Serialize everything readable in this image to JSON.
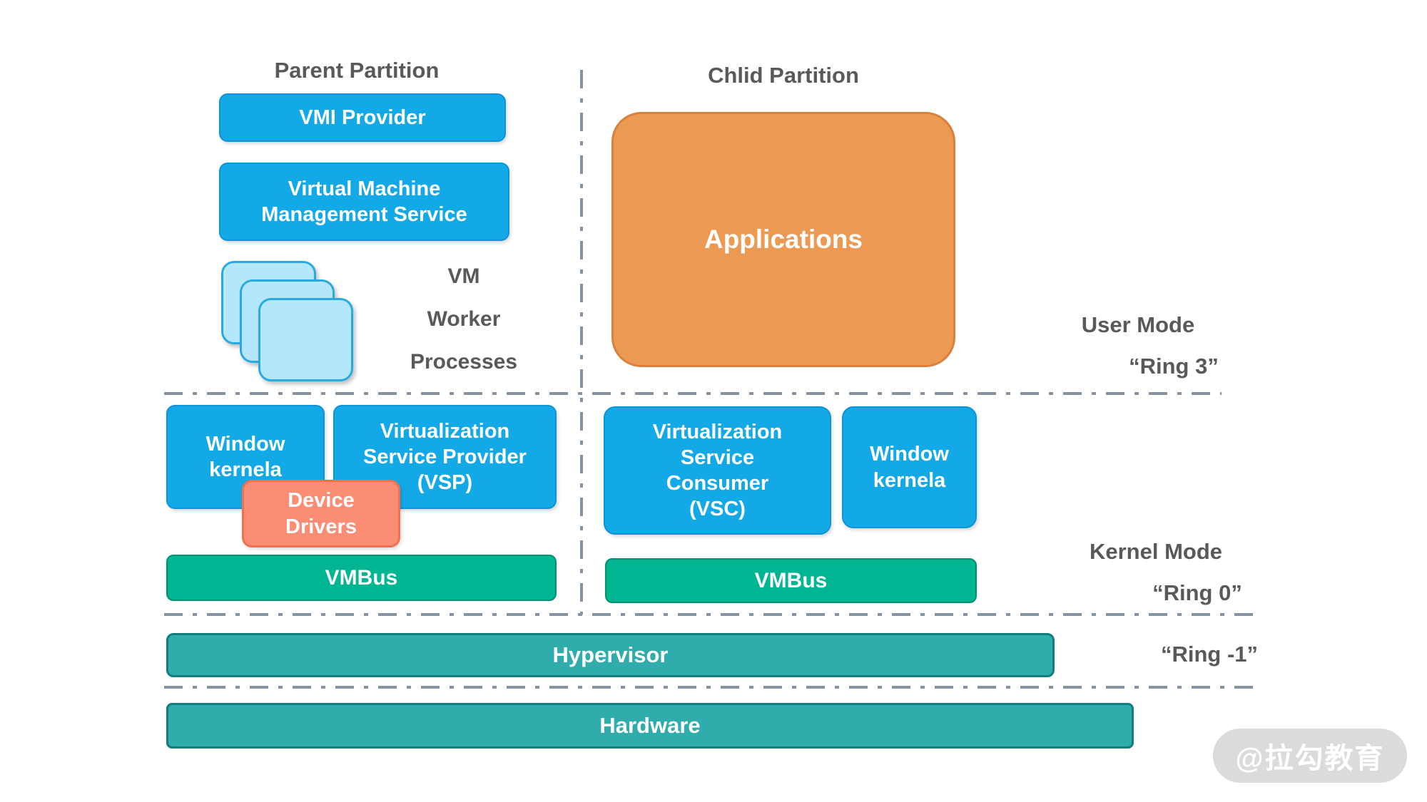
{
  "diagram_title": "Hyper-V architecture diagram",
  "labels": {
    "parent_partition": "Parent Partition",
    "child_partition": "Chlid Partition",
    "vm_worker_lines": [
      "VM",
      "Worker",
      "Processes"
    ],
    "user_mode": "User Mode",
    "ring3": "“Ring 3”",
    "kernel_mode": "Kernel Mode",
    "ring0": "“Ring 0”",
    "ring_minus1": "“Ring -1”",
    "watermark": "@拉勾教育"
  },
  "boxes": {
    "vmi_provider": "VMI Provider",
    "vmms": "Virtual Machine Management Service",
    "applications": "Applications",
    "window_kernela_left": "Window kernela",
    "vsp": "Virtualization Service Provider (VSP)",
    "device_drivers": "Device Drivers",
    "vmbus_left": "VMBus",
    "vsc": "Virtualization Service Consumer (VSC)",
    "window_kernela_right": "Window kernela",
    "vmbus_right": "VMBus",
    "hypervisor": "Hypervisor",
    "hardware": "Hardware"
  },
  "colors": {
    "blue_box": "#12A9E6",
    "blue_box_border": "#0C93DB",
    "stacked_square_fill": "#B5E7FA",
    "stacked_square_border": "#29ABE2",
    "orange_box": "#EC9A53",
    "orange_box_border": "#D9813C",
    "salmon_box": "#FA8D74",
    "salmon_box_border": "#F2704F",
    "green_bar": "#00B591",
    "green_bar_border": "#00916E",
    "teal_bar": "#31ACAD",
    "teal_bar_border": "#117D7F",
    "label_text": "#595959",
    "dash_line": "#8593A3",
    "watermark_bg": "#DBDBDB"
  }
}
